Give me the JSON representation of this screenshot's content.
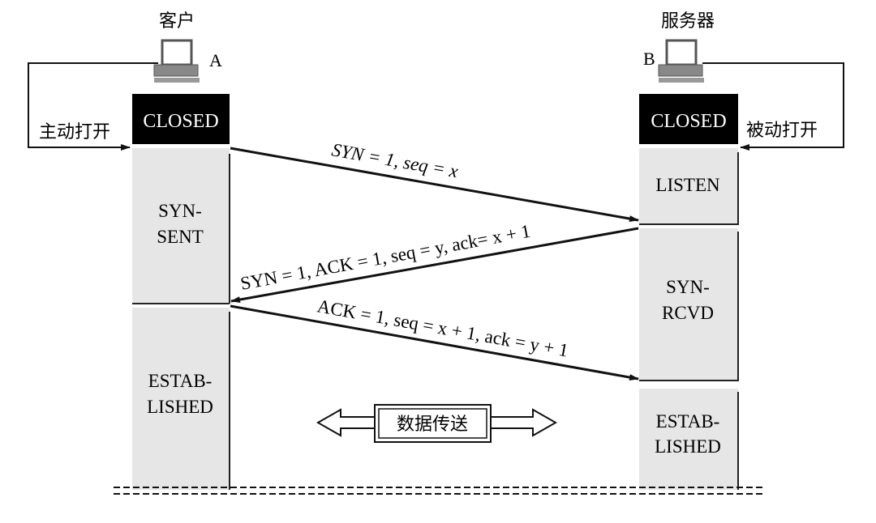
{
  "client": {
    "title": "客户",
    "host_label": "A",
    "open_label": "主动打开",
    "states": [
      "CLOSED",
      "SYN-",
      "SENT",
      "ESTAB-",
      "LISHED"
    ]
  },
  "server": {
    "title": "服务器",
    "host_label": "B",
    "open_label": "被动打开",
    "states": [
      "CLOSED",
      "LISTEN",
      "SYN-",
      "RCVD",
      "ESTAB-",
      "LISHED"
    ]
  },
  "messages": [
    "SYN = 1, seq = x",
    "SYN = 1, ACK = 1, seq = y, ack= x + 1",
    "ACK = 1, seq = x + 1, ack = y + 1"
  ],
  "data_transfer": "数据传送",
  "colors": {
    "state_fill": "#e6e6e6",
    "closed_fill": "#000000",
    "line": "#111111"
  }
}
